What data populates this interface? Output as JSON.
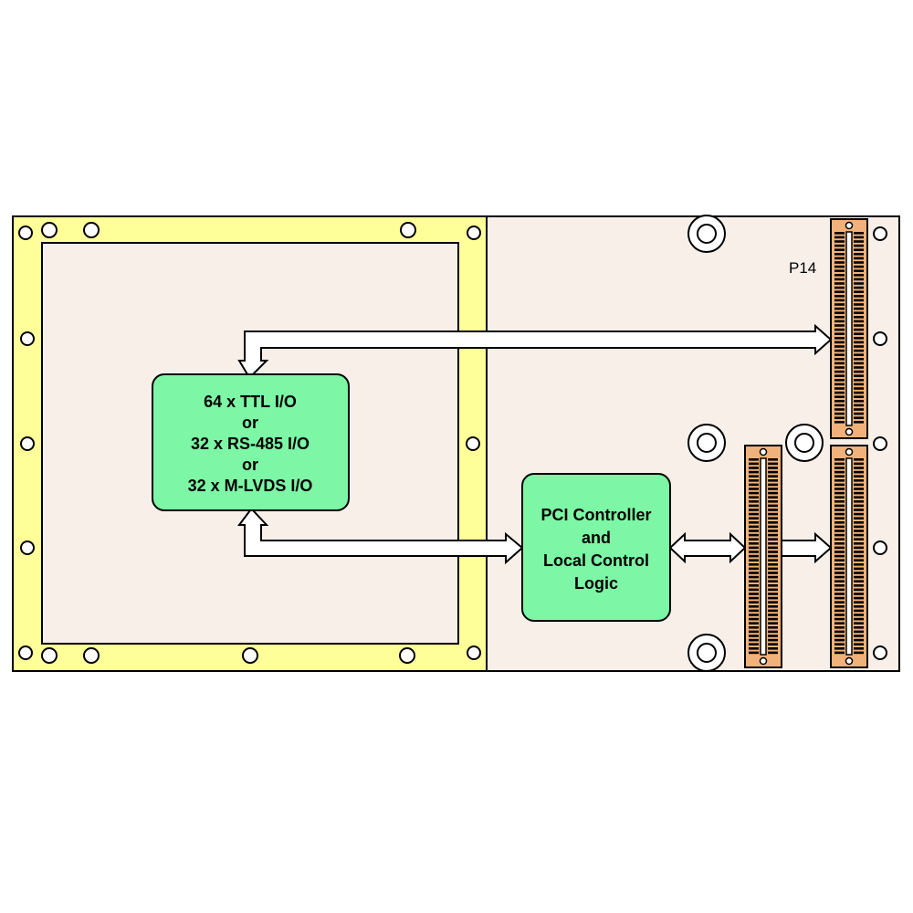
{
  "io_block": {
    "lines": [
      "64 x TTL I/O",
      "or",
      "32 x RS-485 I/O",
      "or",
      "32 x M-LVDS I/O"
    ]
  },
  "pci_block": {
    "lines": [
      "PCI Controller",
      "and",
      "Local Control",
      "Logic"
    ]
  },
  "connector_label": "P14",
  "colors": {
    "board": "#f8efe9",
    "frame": "#ffff99",
    "block": "#7df7a5",
    "connector": "#f0b27a",
    "pins": "#000000",
    "outline": "#000000"
  }
}
